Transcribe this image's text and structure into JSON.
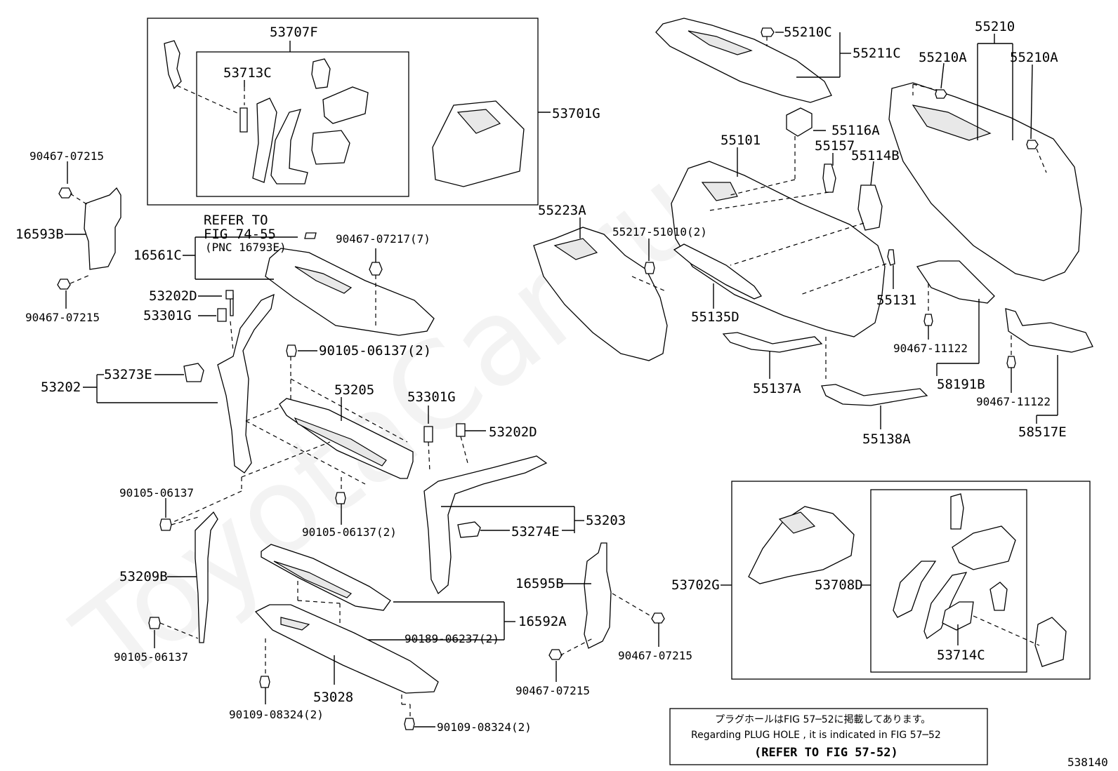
{
  "labels": {
    "p53707F": "53707F",
    "p53713C": "53713C",
    "p53701G": "53701G",
    "p90467_07215_a": "90467-07215",
    "p16593B": "16593B",
    "p90467_07215_b": "90467-07215",
    "refer_line1": "REFER TO",
    "refer_line2": "FIG 74-55",
    "refer_line3": "(PNC 16793E)",
    "p16561C": "16561C",
    "p90467_07217": "90467-07217(7)",
    "p53202D_a": "53202D",
    "p53301G_a": "53301G",
    "p90105_06137_2a": "90105-06137(2)",
    "p53273E": "53273E",
    "p53202": "53202",
    "p53205": "53205",
    "p53301G_b": "53301G",
    "p53202D_b": "53202D",
    "p90105_06137_a": "90105-06137",
    "p90105_06137_2b": "90105-06137(2)",
    "p53274E": "53274E",
    "p53203": "53203",
    "p53209B": "53209B",
    "p90105_06137_b": "90105-06137",
    "p16595B": "16595B",
    "p16592A": "16592A",
    "p90189_06237": "90189-06237(2)",
    "p90467_07215_c": "90467-07215",
    "p90467_07215_d": "90467-07215",
    "p53028": "53028",
    "p90109_08324_a": "90109-08324(2)",
    "p90109_08324_b": "90109-08324(2)",
    "p55210C": "55210C",
    "p55211C": "55211C",
    "p55210": "55210",
    "p55210A_a": "55210A",
    "p55210A_b": "55210A",
    "p55116A": "55116A",
    "p55101": "55101",
    "p55157": "55157",
    "p55114B": "55114B",
    "p55223A": "55223A",
    "p55217": "55217-51010(2)",
    "p55135D": "55135D",
    "p55131": "55131",
    "p90467_11122_a": "90467-11122",
    "p55137A": "55137A",
    "p58191B": "58191B",
    "p90467_11122_b": "90467-11122",
    "p55138A": "55138A",
    "p58517E": "58517E",
    "p53702G": "53702G",
    "p53708D": "53708D",
    "p53714C": "53714C"
  },
  "note": {
    "jp": "プラグホールはFIG 57─52に掲載してあります。",
    "en": "Regarding  PLUG  HOLE , it is indicated in FIG  57─52",
    "ref": "(REFER TO FIG 57-52)"
  },
  "diagram_number": "538140",
  "watermark": "ToyotaCar.ru"
}
